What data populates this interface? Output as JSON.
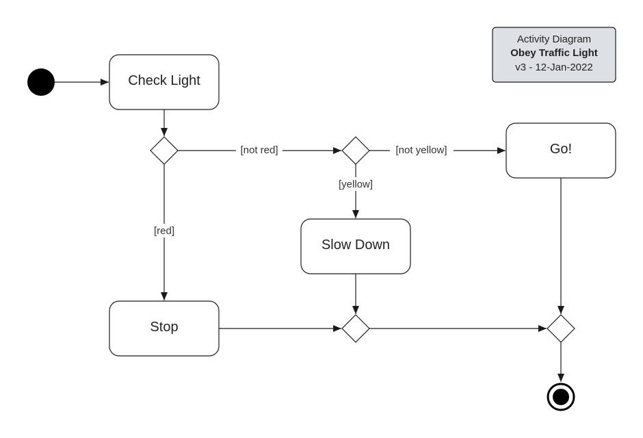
{
  "legend": {
    "line1": "Activity Diagram",
    "line2": "Obey Traffic Light",
    "line3": "v3 - 12-Jan-2022"
  },
  "nodes": {
    "check_light": "Check Light",
    "go": "Go!",
    "slow_down": "Slow Down",
    "stop": "Stop"
  },
  "edges": {
    "not_red": "[not red]",
    "not_yellow": "[not yellow]",
    "yellow": "[yellow]",
    "red": "[red]"
  },
  "colors": {
    "stroke": "#1a1a1a",
    "node_fill": "#ffffff",
    "legend_fill": "#dde1e6",
    "start_fill": "#000000"
  }
}
